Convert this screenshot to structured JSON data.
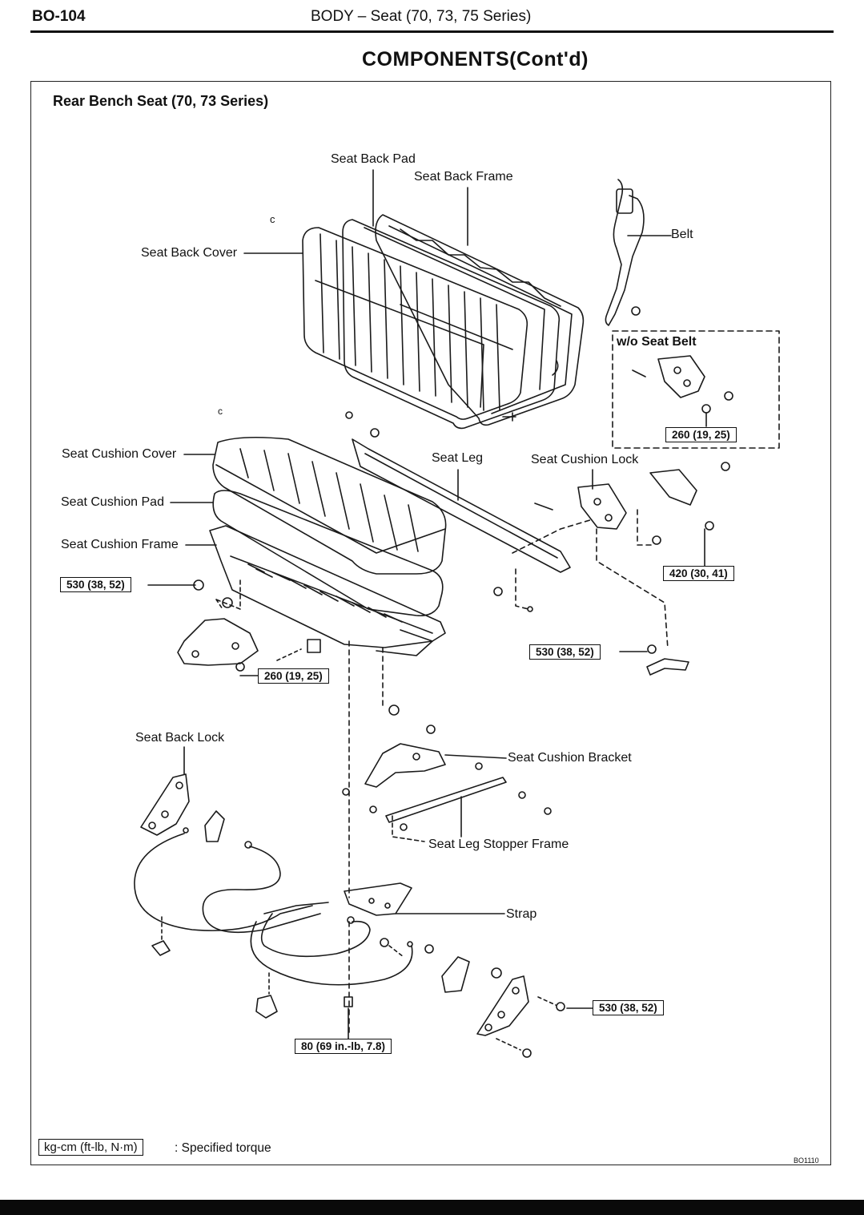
{
  "header": {
    "page_number": "BO-104",
    "section": "BODY – Seat (70, 73, 75 Series)"
  },
  "title": "COMPONENTS(Cont'd)",
  "figure": {
    "subtitle": "Rear Bench Seat (70, 73 Series)",
    "labels": {
      "seat_back_pad": "Seat Back Pad",
      "seat_back_frame": "Seat Back Frame",
      "seat_back_cover": "Seat Back Cover",
      "belt": "Belt",
      "wo_seat_belt": "w/o Seat Belt",
      "seat_cushion_cover": "Seat Cushion Cover",
      "seat_cushion_pad": "Seat Cushion Pad",
      "seat_cushion_frame": "Seat Cushion Frame",
      "seat_leg": "Seat Leg",
      "seat_cushion_lock": "Seat Cushion Lock",
      "seat_back_lock": "Seat Back Lock",
      "seat_cushion_bracket": "Seat Cushion Bracket",
      "seat_leg_stopper_frame": "Seat Leg Stopper Frame",
      "strap": "Strap"
    },
    "torques": {
      "wo_belt_bolt": "260 (19, 25)",
      "cushion_lock_bolt": "420 (30, 41)",
      "frame_bolt_left": "530 (38, 52)",
      "bracket_bolt_left": "260 (19, 25)",
      "leg_bolt_right": "530 (38, 52)",
      "back_lock_bolt_right": "530 (38, 52)",
      "strap_bolt": "80 (69 in.-lb, 7.8)"
    },
    "stray_marks": {
      "back_c": "c",
      "cushion_c": "c"
    },
    "illustration_code": "BO1110"
  },
  "legend": {
    "unit_box": "kg-cm (ft-lb, N·m)",
    "description": ": Specified torque"
  }
}
